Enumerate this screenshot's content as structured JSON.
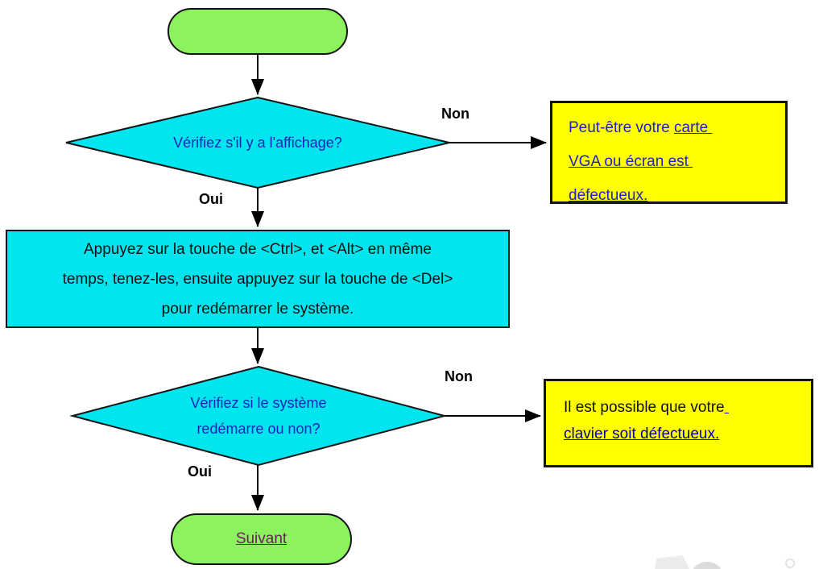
{
  "colors": {
    "node_cyan": "#00e5ee",
    "node_green": "#8cf25e",
    "node_yellow": "#ffff00",
    "diamond_text_blue": "#1726b8",
    "link_blue": "#2020c8",
    "link_navy": "#000099",
    "visited_link_purple": "#6a1b63",
    "outline_black": "#141414"
  },
  "flowchart": {
    "start": {
      "label": ""
    },
    "decision1": {
      "label": "Vérifiez s'il y a l'affichage?"
    },
    "branch_no1": {
      "label": "Non"
    },
    "branch_yes1": {
      "label": "Oui"
    },
    "result1": {
      "prefix": "Peut-être votre ",
      "link": "carte \nVGA ou écran est \ndéfectueux."
    },
    "process": {
      "label": "Appuyez sur la touche de <Ctrl>, et <Alt> en même\ntemps, tenez-les, ensuite appuyez sur la touche de <Del>\npour redémarrer le système."
    },
    "decision2": {
      "label": "Vérifiez si le système\nredémarre ou non?"
    },
    "branch_no2": {
      "label": "Non"
    },
    "branch_yes2": {
      "label": "Oui"
    },
    "result2": {
      "prefix": "Il est possible que votre",
      "link": " \nclavier soit défectueux."
    },
    "end": {
      "label": "Suivant"
    }
  }
}
